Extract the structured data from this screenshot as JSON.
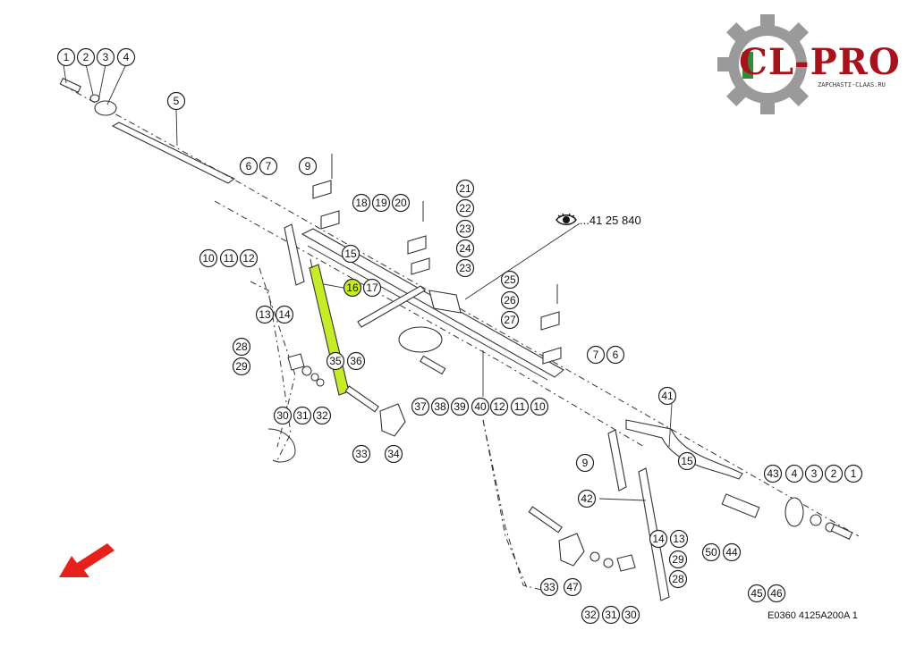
{
  "logo": {
    "text": "CL-PRO",
    "subtext": "ZAPCHASTI-CLAAS.RU",
    "gear_color": "#9a9a9a",
    "brand_color": "#a8121a"
  },
  "reference": {
    "icon": "eye-icon",
    "text": "...41 25 840"
  },
  "document_code": "E0360 4125A200A 1",
  "highlight_color": "#c6ec28",
  "highlighted_part": "16",
  "callouts": [
    "1",
    "2",
    "3",
    "4",
    "5",
    "6",
    "7",
    "9",
    "10",
    "11",
    "12",
    "13",
    "14",
    "15",
    "16",
    "17",
    "18",
    "19",
    "20",
    "21",
    "22",
    "23",
    "24",
    "25",
    "26",
    "27",
    "28",
    "29",
    "30",
    "31",
    "32",
    "33",
    "34",
    "35",
    "36",
    "37",
    "38",
    "39",
    "40",
    "41",
    "42",
    "43",
    "44",
    "45",
    "46",
    "47",
    "50"
  ],
  "direction_arrow": "arrow-down-left-icon"
}
